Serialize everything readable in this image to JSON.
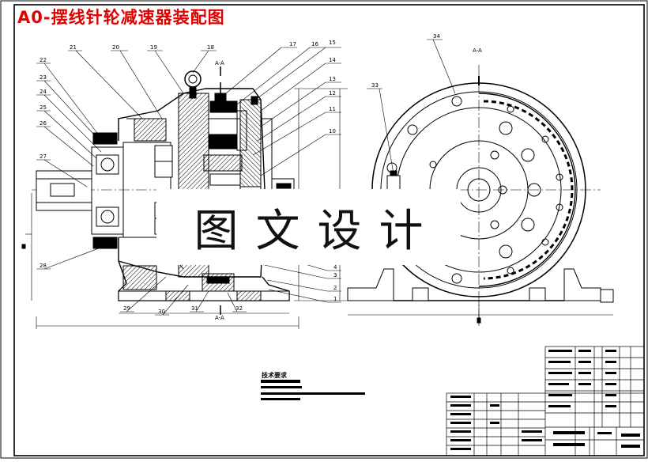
{
  "drawing": {
    "title": "A0-摆线针轮减速器装配图",
    "watermark": "图文设计",
    "tech_requirements_label": "技术要求",
    "section_label_top": "A-A",
    "section_label_bottom": "A-A",
    "view_label_right": "A-A"
  },
  "part_numbers": {
    "top_row": [
      "21",
      "20",
      "19",
      "18",
      "17",
      "16",
      "15",
      "14"
    ],
    "left_column": [
      "22",
      "23",
      "24",
      "25",
      "26",
      "27",
      "28"
    ],
    "right_column": [
      "13",
      "12",
      "11",
      "10",
      "4",
      "3",
      "2",
      "1"
    ],
    "bottom_row": [
      "29",
      "30",
      "31",
      "32"
    ],
    "end_view": [
      "34",
      "33"
    ]
  },
  "colors": {
    "title": "#e00000",
    "line": "#000000",
    "background": "#ffffff"
  }
}
